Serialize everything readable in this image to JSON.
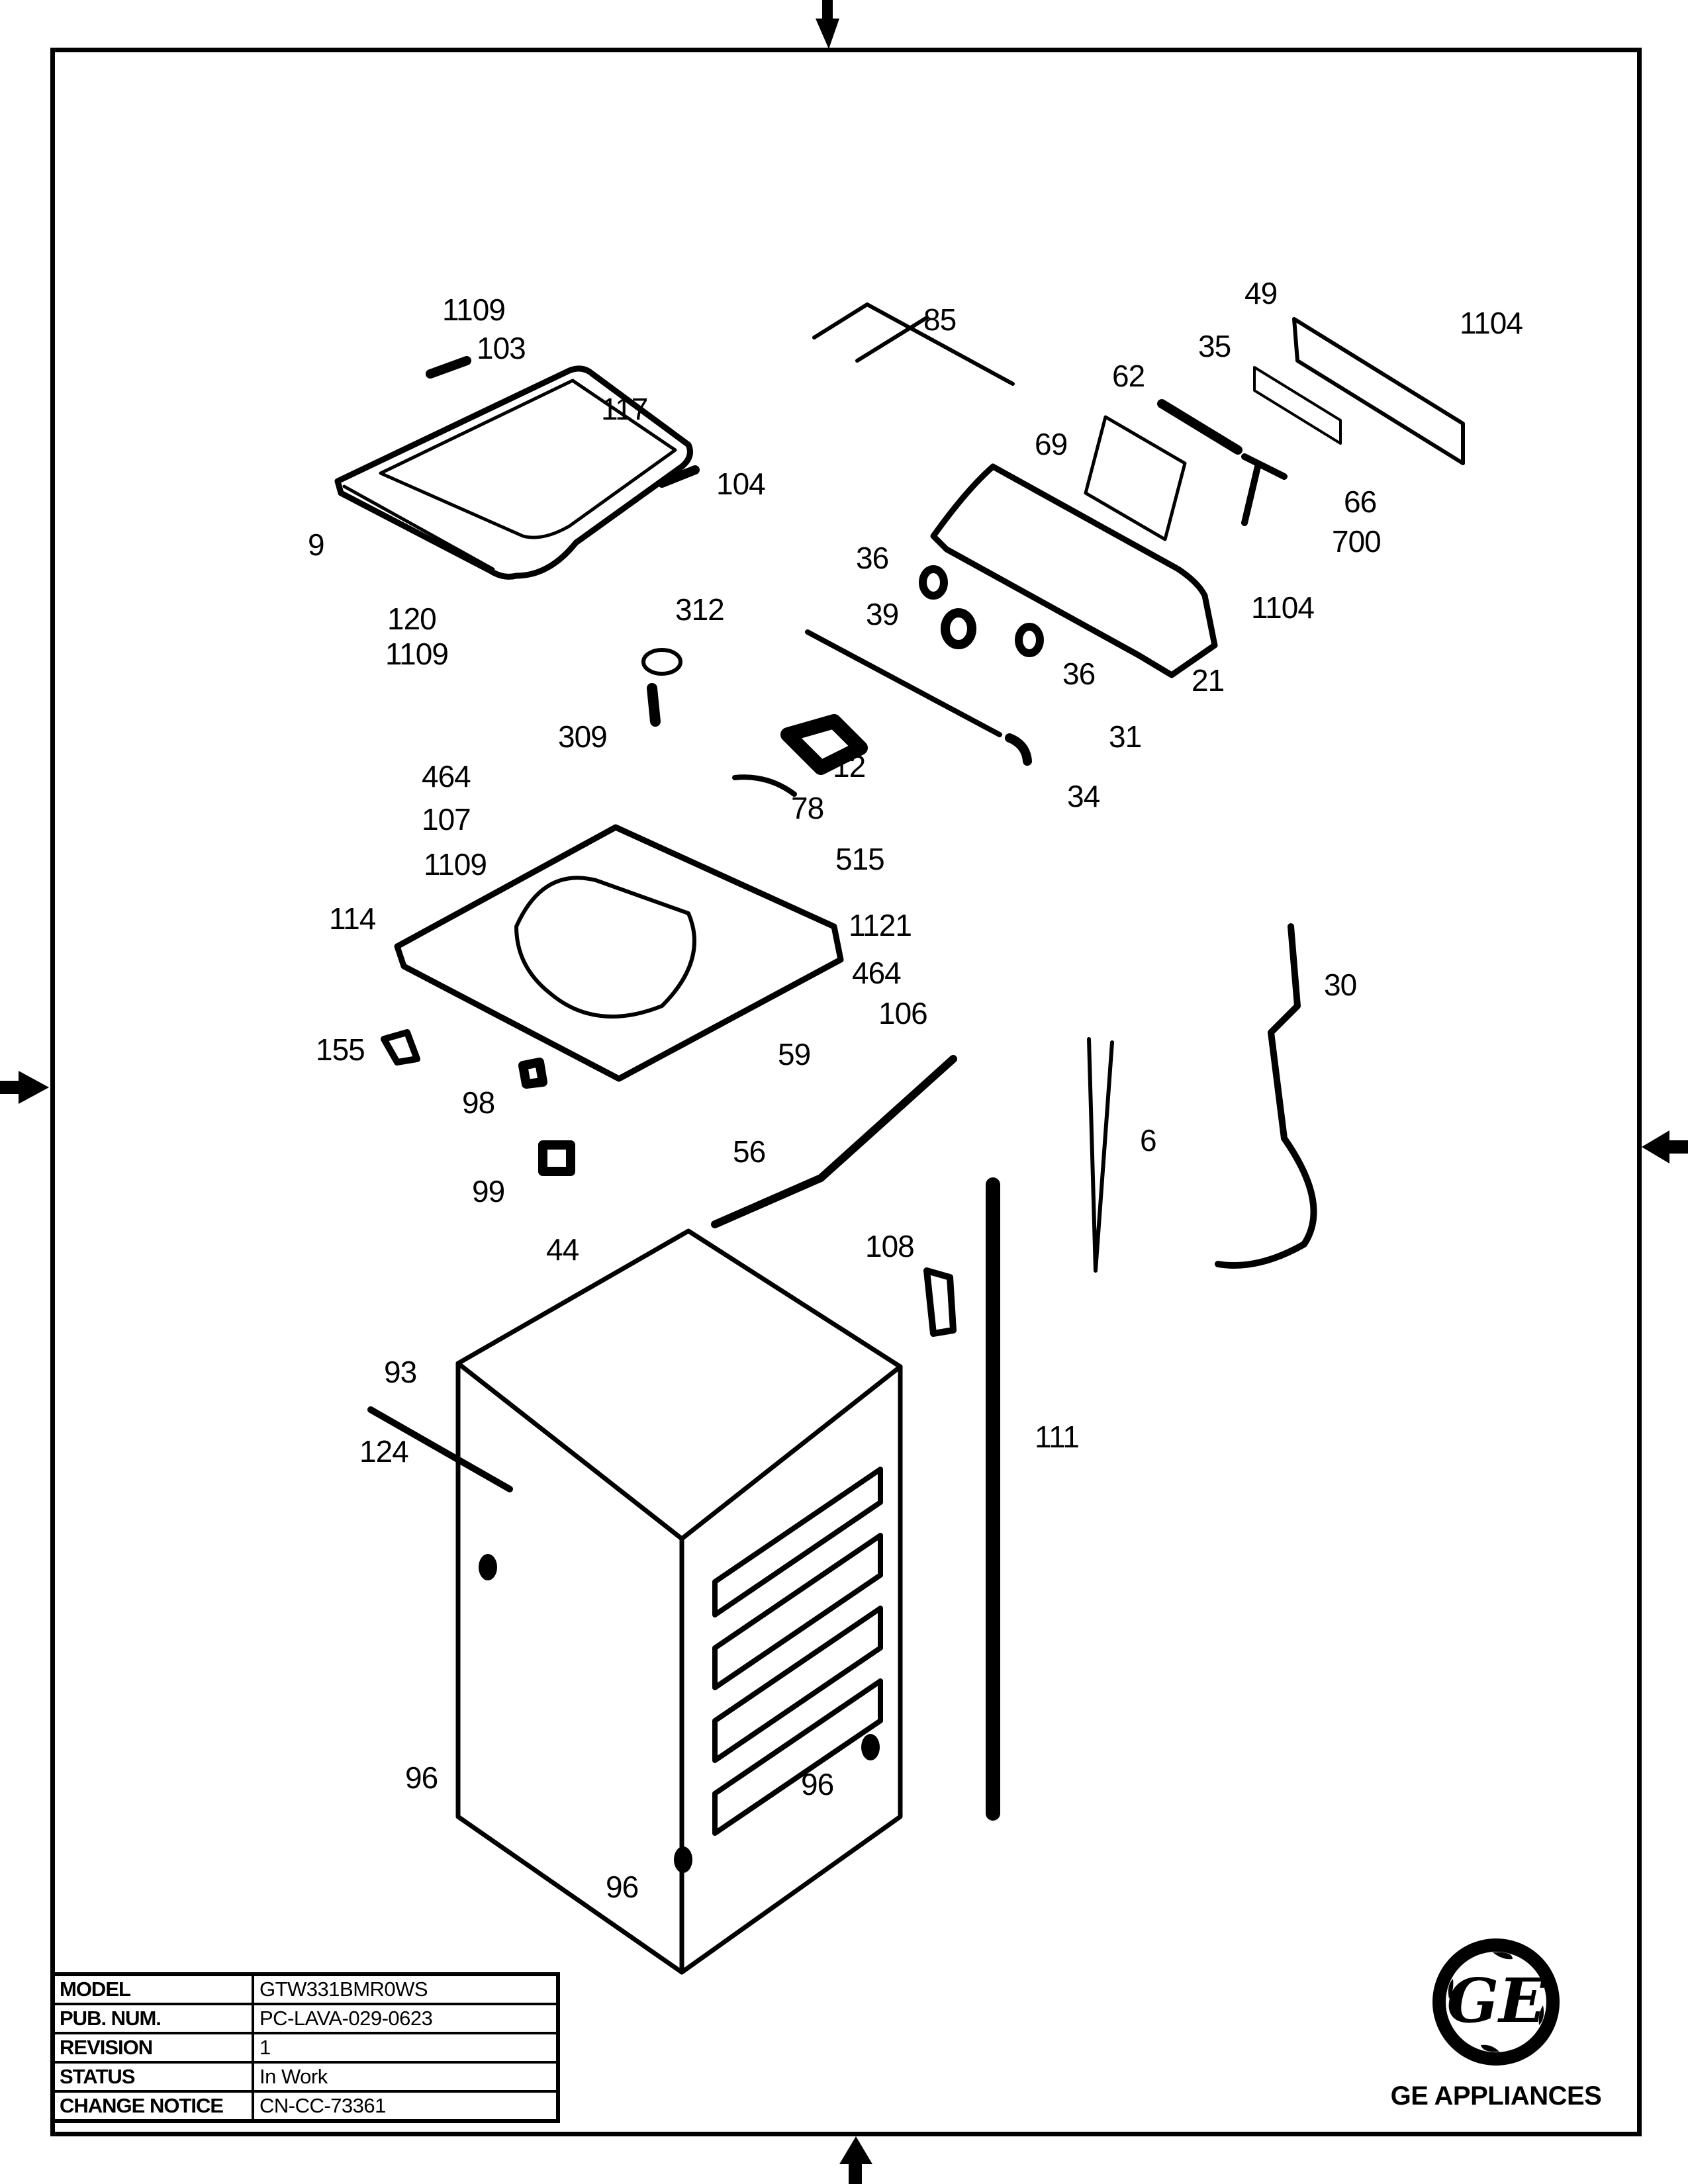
{
  "document": {
    "type": "exploded parts diagram",
    "subject": "Top-load washer cabinet, top, controls and backsplash"
  },
  "callouts": [
    {
      "id": "c1109a",
      "label": "1109"
    },
    {
      "id": "c103",
      "label": "103"
    },
    {
      "id": "c117",
      "label": "117"
    },
    {
      "id": "c104",
      "label": "104"
    },
    {
      "id": "c9",
      "label": "9"
    },
    {
      "id": "c120",
      "label": "120"
    },
    {
      "id": "c1109b",
      "label": "1109"
    },
    {
      "id": "c312",
      "label": "312"
    },
    {
      "id": "c309",
      "label": "309"
    },
    {
      "id": "c85",
      "label": "85"
    },
    {
      "id": "c49",
      "label": "49"
    },
    {
      "id": "c1104a",
      "label": "1104"
    },
    {
      "id": "c35",
      "label": "35"
    },
    {
      "id": "c62",
      "label": "62"
    },
    {
      "id": "c69",
      "label": "69"
    },
    {
      "id": "c66",
      "label": "66"
    },
    {
      "id": "c700",
      "label": "700"
    },
    {
      "id": "c36a",
      "label": "36"
    },
    {
      "id": "c39",
      "label": "39"
    },
    {
      "id": "c36b",
      "label": "36"
    },
    {
      "id": "c1104b",
      "label": "1104"
    },
    {
      "id": "c21",
      "label": "21"
    },
    {
      "id": "c31",
      "label": "31"
    },
    {
      "id": "c12",
      "label": "12"
    },
    {
      "id": "c34",
      "label": "34"
    },
    {
      "id": "c78",
      "label": "78"
    },
    {
      "id": "c464a",
      "label": "464"
    },
    {
      "id": "c107",
      "label": "107"
    },
    {
      "id": "c1109c",
      "label": "1109"
    },
    {
      "id": "c515",
      "label": "515"
    },
    {
      "id": "c1121",
      "label": "1121"
    },
    {
      "id": "c114",
      "label": "114"
    },
    {
      "id": "c464b",
      "label": "464"
    },
    {
      "id": "c106",
      "label": "106"
    },
    {
      "id": "c155",
      "label": "155"
    },
    {
      "id": "c59",
      "label": "59"
    },
    {
      "id": "c98",
      "label": "98"
    },
    {
      "id": "c30",
      "label": "30"
    },
    {
      "id": "c6",
      "label": "6"
    },
    {
      "id": "c56",
      "label": "56"
    },
    {
      "id": "c99",
      "label": "99"
    },
    {
      "id": "c44",
      "label": "44"
    },
    {
      "id": "c108",
      "label": "108"
    },
    {
      "id": "c93",
      "label": "93"
    },
    {
      "id": "c124",
      "label": "124"
    },
    {
      "id": "c111",
      "label": "111"
    },
    {
      "id": "c96a",
      "label": "96"
    },
    {
      "id": "c96b",
      "label": "96"
    },
    {
      "id": "c96c",
      "label": "96"
    }
  ],
  "title_block": [
    {
      "key": "MODEL",
      "value": "GTW331BMR0WS"
    },
    {
      "key": "PUB. NUM.",
      "value": "PC-LAVA-029-0623"
    },
    {
      "key": "REVISION",
      "value": "1"
    },
    {
      "key": "STATUS",
      "value": "In Work"
    },
    {
      "key": "CHANGE NOTICE",
      "value": "CN-CC-73361"
    }
  ],
  "brand": {
    "logo_icon": "ge-monogram-logo",
    "name": "GE APPLIANCES"
  },
  "edge_markers": [
    {
      "icon": "arrow-down-icon",
      "edge": "top"
    },
    {
      "icon": "arrow-right-icon",
      "edge": "left"
    },
    {
      "icon": "arrow-left-icon",
      "edge": "right"
    },
    {
      "icon": "arrow-up-icon",
      "edge": "bottom"
    }
  ]
}
